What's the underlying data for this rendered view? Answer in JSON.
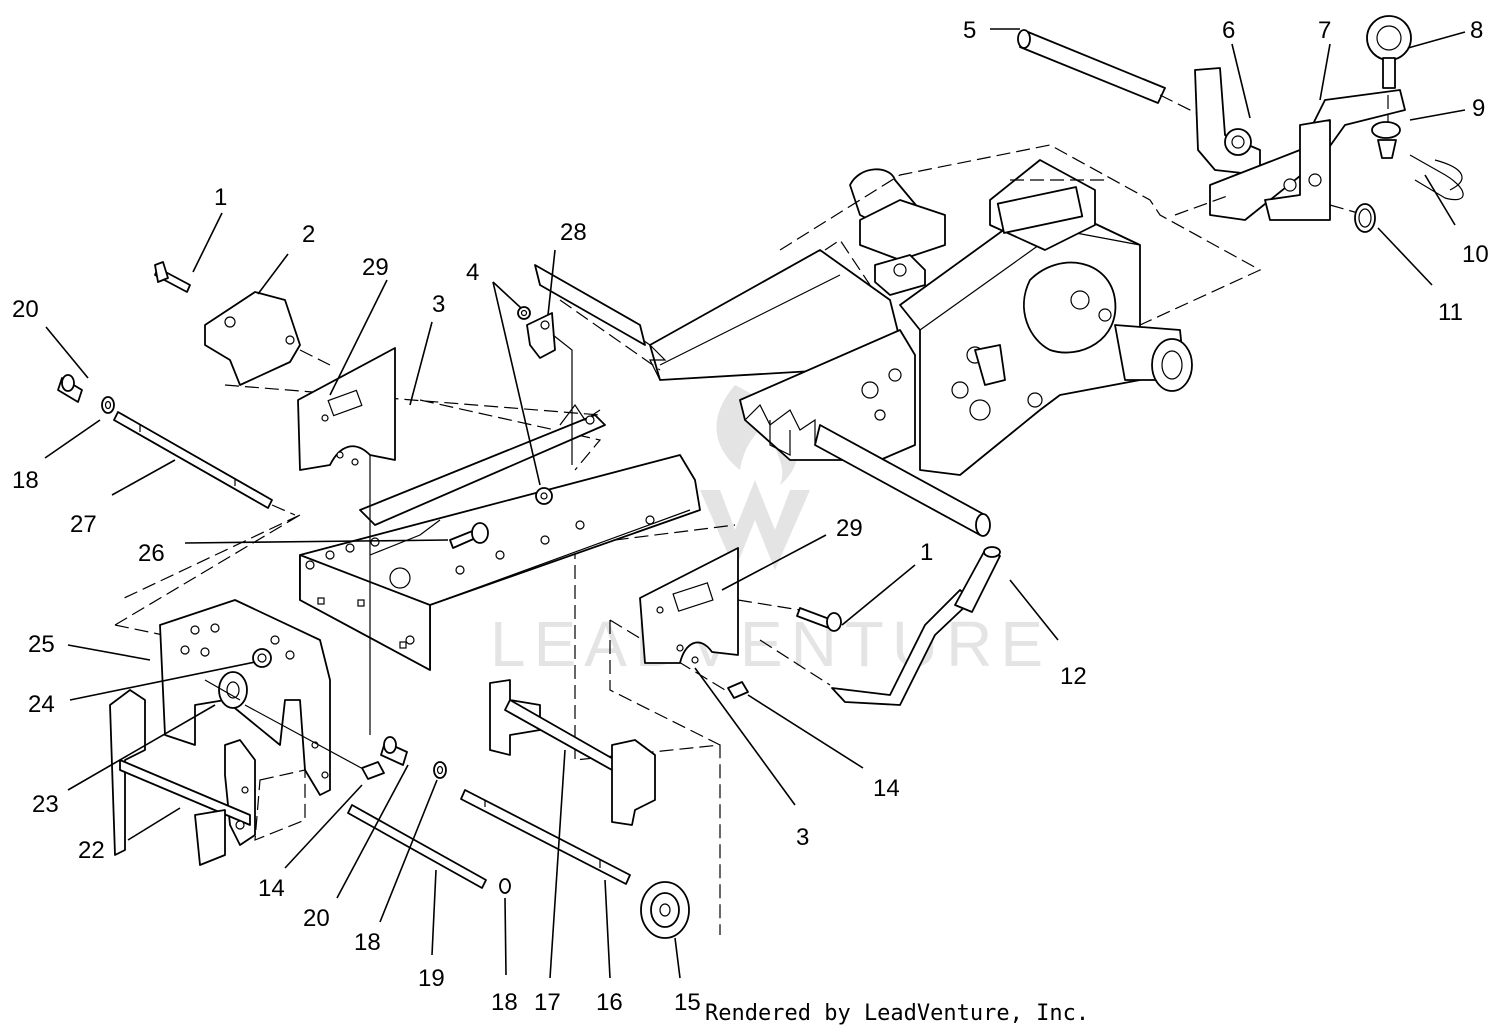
{
  "diagram": {
    "callouts": [
      "1",
      "2",
      "3",
      "4",
      "5",
      "6",
      "7",
      "8",
      "9",
      "10",
      "11",
      "12",
      "14",
      "15",
      "16",
      "17",
      "18",
      "19",
      "20",
      "22",
      "23",
      "24",
      "25",
      "26",
      "27",
      "28",
      "29"
    ],
    "credit": "Rendered by LeadVenture, Inc.",
    "watermark": "LEADVENTURE"
  }
}
